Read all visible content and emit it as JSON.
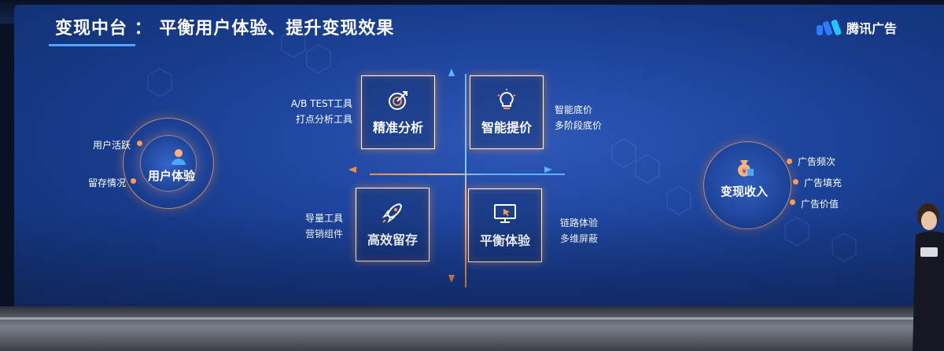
{
  "title": "变现中台 ： 平衡用户体验、提升变现效果",
  "logo": {
    "text": "腾讯广告",
    "icon": "tencent-ads-logo"
  },
  "quadrants": [
    {
      "label": "精准分析",
      "icon": "target-arrow-icon",
      "tools": [
        "A/B TEST工具",
        "打点分析工具"
      ]
    },
    {
      "label": "智能提价",
      "icon": "lightbulb-icon",
      "tools": [
        "智能底价",
        "多阶段底价"
      ]
    },
    {
      "label": "高效留存",
      "icon": "rocket-icon",
      "tools": [
        "导量工具",
        "营销组件"
      ]
    },
    {
      "label": "平衡体验",
      "icon": "monitor-cursor-icon",
      "tools": [
        "链路体验",
        "多维屏蔽"
      ]
    }
  ],
  "user_experience": {
    "label": "用户体验",
    "icon": "user-icon",
    "tags": [
      "用户活跃",
      "留存情况"
    ]
  },
  "monetization": {
    "label": "变现收入",
    "icon": "money-bag-icon",
    "tags": [
      "广告频次",
      "广告填充",
      "广告价值"
    ]
  },
  "colors": {
    "accent_orange": "#ff8c3a",
    "accent_blue": "#5fb0ff",
    "background": "#1f47a0"
  }
}
